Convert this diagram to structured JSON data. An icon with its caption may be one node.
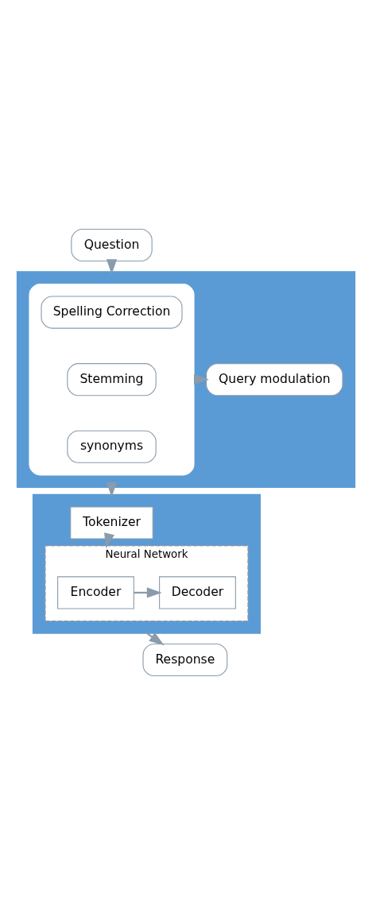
{
  "diagram": {
    "nodes": [
      {
        "text": [
          "Question"
        ]
      },
      {
        "text": [],
        "shape": "box"
      },
      {
        "text": [],
        "shape": "box",
        "in": 1
      },
      {
        "text": [
          "Spelling Correction"
        ],
        "in": 2
      },
      {
        "text": [
          "Stemming"
        ],
        "in": 2
      },
      {
        "text": [
          "synonyms"
        ],
        "in": 2
      },
      {
        "text": [
          "Query modulation"
        ],
        "in": 1
      },
      {
        "text": [],
        "shape": "box"
      },
      {
        "text": [
          "Tokenizer"
        ],
        "in": 7
      },
      {
        "text": [
          "Neural Network"
        ],
        "in": 7
      },
      {
        "text": [
          "Encoder"
        ],
        "in": 9
      },
      {
        "text": [
          "Decoder"
        ],
        "in": 9
      },
      {
        "text": [
          "Response"
        ]
      }
    ],
    "edges": [
      {
        "from": 0,
        "to": 1,
        "arrow": "to"
      },
      {
        "from": 2,
        "to": 6,
        "arrow": "to"
      },
      {
        "from": 1,
        "to": 7,
        "arrow": "to"
      },
      {
        "from": 8,
        "to": 9,
        "arrow": "to"
      },
      {
        "from": 10,
        "to": 11,
        "arrow": "to"
      },
      {
        "from": 7,
        "to": 12,
        "arrow": "to"
      }
    ]
  }
}
